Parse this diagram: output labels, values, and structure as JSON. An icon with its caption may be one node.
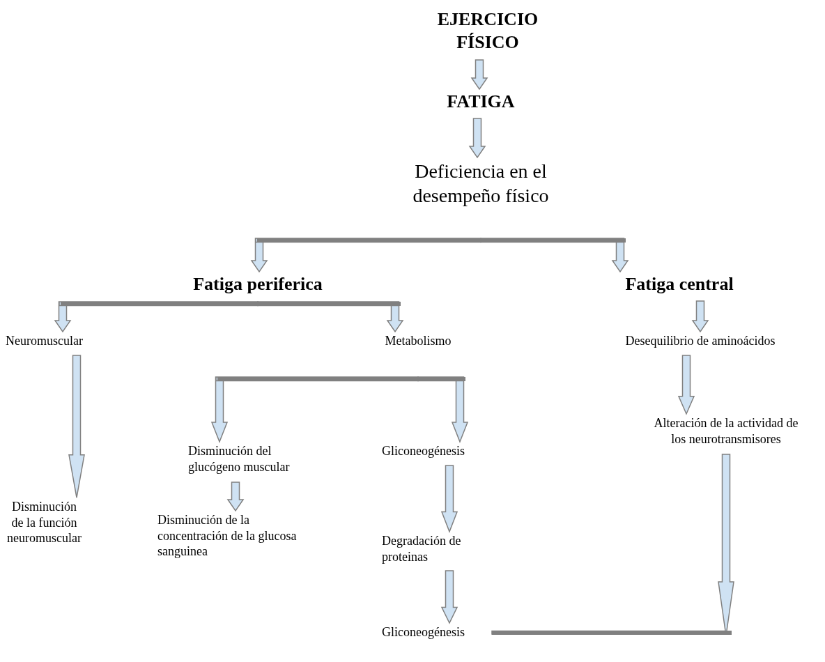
{
  "diagram": {
    "nodes": [
      {
        "text": [
          "EJERCICIO FÍSICO"
        ]
      },
      {
        "text": [
          "FATIGA"
        ]
      },
      {
        "text": [
          "Deficiencia en el desempeño físico"
        ]
      },
      {
        "text": [
          "Fatiga periferica"
        ]
      },
      {
        "text": [
          "Fatiga central"
        ]
      },
      {
        "text": [
          "Neuromuscular"
        ]
      },
      {
        "text": [
          "Metabolismo"
        ]
      },
      {
        "text": [
          "Desequilibrio de aminoácidos"
        ]
      },
      {
        "text": [
          "Disminución de la función neuromuscular"
        ]
      },
      {
        "text": [
          "Disminución del glucógeno muscular"
        ]
      },
      {
        "text": [
          "Gliconeogénesis"
        ]
      },
      {
        "text": [
          "Alteración de la actividad de los neurotransmisores"
        ]
      },
      {
        "text": [
          "Disminución de la concentración de la glucosa sanguinea"
        ]
      },
      {
        "text": [
          "Degradación de proteinas"
        ]
      },
      {
        "text": [
          "Gliconeogénesis"
        ]
      }
    ],
    "edges": [
      {
        "from": 0,
        "to": 1,
        "arrow": "to"
      },
      {
        "from": 1,
        "to": 2,
        "arrow": "to"
      },
      {
        "from": 2,
        "to": 3,
        "arrow": "to"
      },
      {
        "from": 2,
        "to": 4,
        "arrow": "to"
      },
      {
        "from": 3,
        "to": 5,
        "arrow": "to"
      },
      {
        "from": 3,
        "to": 6,
        "arrow": "to"
      },
      {
        "from": 4,
        "to": 7,
        "arrow": "to"
      },
      {
        "from": 5,
        "to": 8,
        "arrow": "to"
      },
      {
        "from": 6,
        "to": 9,
        "arrow": "to"
      },
      {
        "from": 6,
        "to": 10,
        "arrow": "to"
      },
      {
        "from": 7,
        "to": 11,
        "arrow": "to"
      },
      {
        "from": 9,
        "to": 12,
        "arrow": "to"
      },
      {
        "from": 10,
        "to": 13,
        "arrow": "to"
      },
      {
        "from": 13,
        "to": 14,
        "arrow": "to"
      },
      {
        "from": 11,
        "to": 14,
        "arrow": "to"
      }
    ]
  }
}
